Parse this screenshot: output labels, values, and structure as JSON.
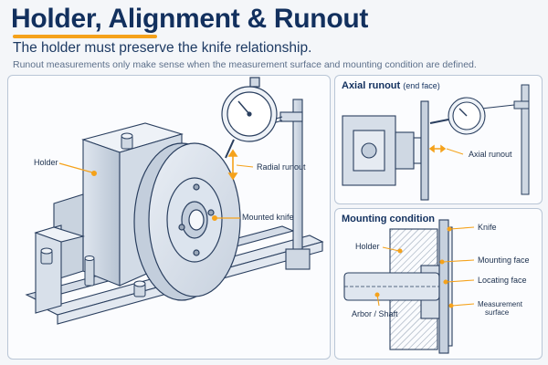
{
  "header": {
    "title": "Holder, Alignment & Runout",
    "subtitle": "The holder must preserve the knife relationship.",
    "note": "Runout measurements only make sense when the measurement surface and mounting condition are defined."
  },
  "main_diagram": {
    "labels": {
      "holder": "Holder",
      "radial_runout": "Radial runout",
      "mounted_knife": "Mounted knife"
    }
  },
  "axial_panel": {
    "title": "Axial runout",
    "title_suffix": "(end face)",
    "labels": {
      "axial_runout": "Axial runout"
    }
  },
  "mount_panel": {
    "title": "Mounting condition",
    "labels": {
      "knife": "Knife",
      "holder": "Holder",
      "mounting_face": "Mounting face",
      "locating_face": "Locating face",
      "arbor_shaft": "Arbor / Shaft",
      "measurement_surface_line1": "Measurement",
      "measurement_surface_line2": "surface"
    }
  },
  "colors": {
    "accent": "#f5a21b",
    "title": "#12305e",
    "line": "#2a3f5f",
    "hatch": "#9aa7b8"
  }
}
